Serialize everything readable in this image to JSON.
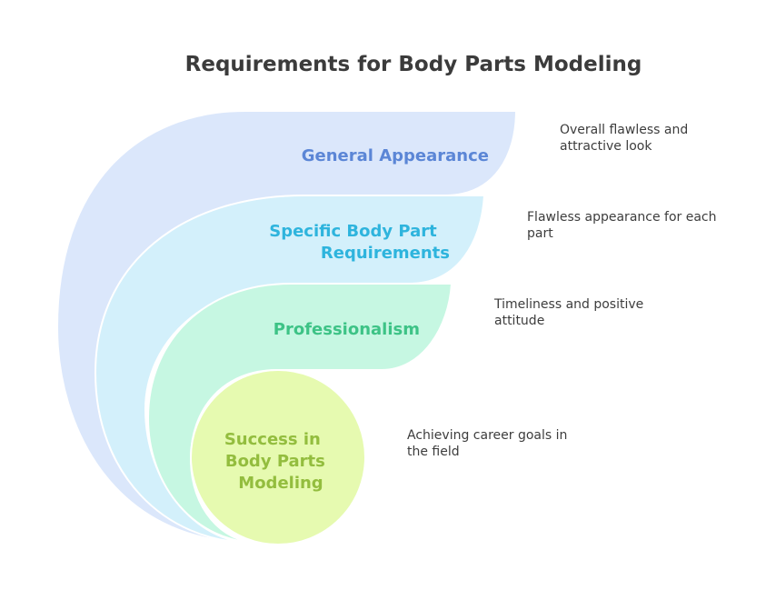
{
  "title": "Requirements for Body Parts Modeling",
  "colors": {
    "layer_1_fill": "#dbe7fb",
    "layer_1_text": "#5b86d6",
    "layer_2_fill": "#d3f0fb",
    "layer_2_text": "#2eb4dd",
    "layer_3_fill": "#c6f7e2",
    "layer_3_text": "#3dc386",
    "core_fill": "#e6fab0",
    "core_text": "#93bd3e",
    "outline": "#ffffff",
    "title": "#3b3b3b",
    "description": "#3d3d3d"
  },
  "layers": [
    {
      "label_lines": [
        "General Appearance"
      ],
      "description_lines": [
        "Overall flawless and",
        "attractive look"
      ]
    },
    {
      "label_lines": [
        "Specific Body Part",
        "Requirements"
      ],
      "description_lines": [
        "Flawless appearance for each",
        "part"
      ]
    },
    {
      "label_lines": [
        "Professionalism"
      ],
      "description_lines": [
        "Timeliness and positive",
        "attitude"
      ]
    }
  ],
  "core": {
    "label_lines": [
      "Success in",
      "Body Parts",
      "Modeling"
    ],
    "description_lines": [
      "Achieving career goals in",
      "the field"
    ]
  }
}
